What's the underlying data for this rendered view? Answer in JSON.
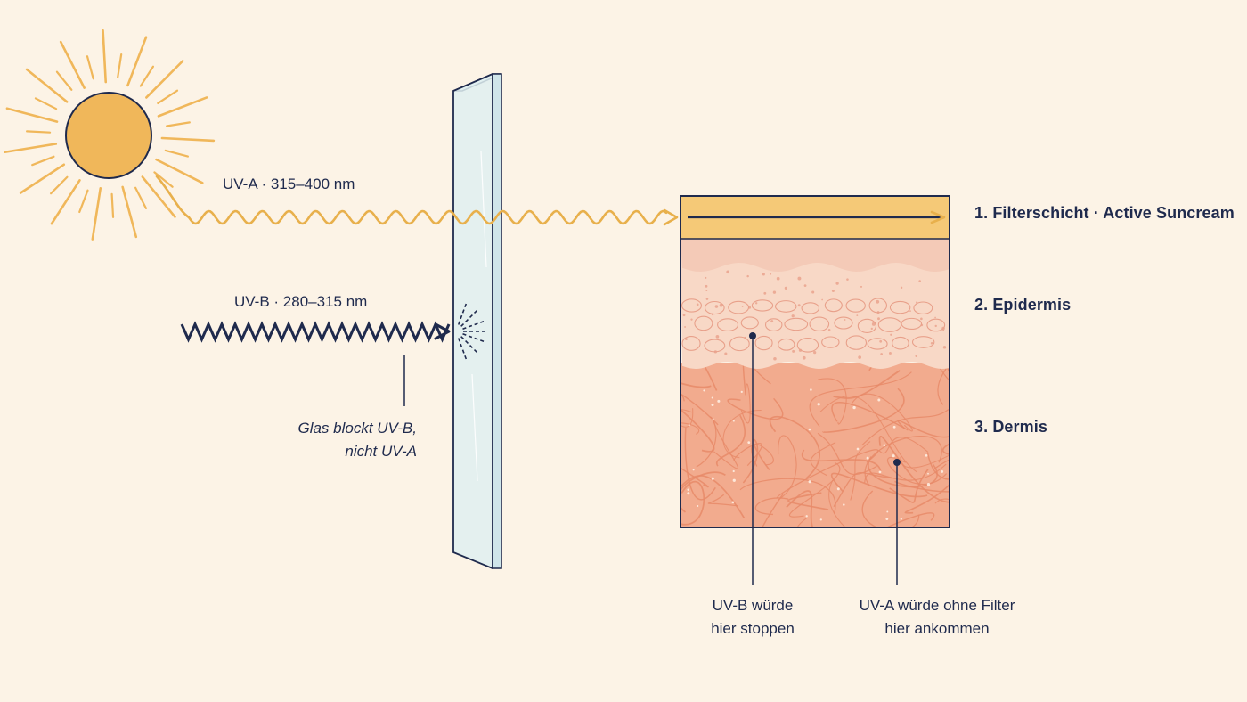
{
  "colors": {
    "background": "#fcf3e6",
    "sun": "#f0b75a",
    "ink": "#1f2a4d",
    "uva_wave": "#e8b04c",
    "filter_layer": "#f5c977",
    "epidermis": "#f8d8c6",
    "dermis": "#f2ab8e",
    "fibers": "#e88a68",
    "glass": "#dfeef0"
  },
  "icons": {
    "sun": "sun-icon",
    "glass": "glass-pane",
    "skin": "skin-cross-section"
  },
  "uva": {
    "label": "UV-A · 315–400 nm"
  },
  "uvb": {
    "label": "UV-B · 280–315 nm"
  },
  "glass": {
    "note_line1": "Glas blockt UV-B,",
    "note_line2": "nicht UV-A"
  },
  "layers": [
    {
      "label": "1. Filterschicht · Active Suncream"
    },
    {
      "label": "2. Epidermis"
    },
    {
      "label": "3. Dermis"
    }
  ],
  "callouts": {
    "uvb": {
      "line1": "UV-B würde",
      "line2": "hier stoppen"
    },
    "uva": {
      "line1": "UV-A würde ohne Filter",
      "line2": "hier ankommen"
    }
  }
}
